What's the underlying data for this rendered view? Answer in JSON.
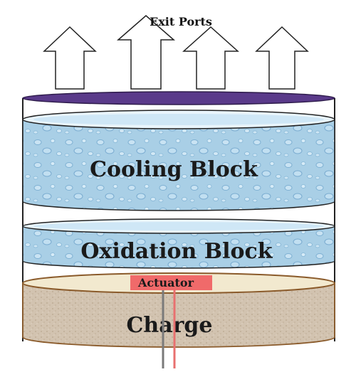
{
  "header": {
    "title": "Exit Ports"
  },
  "blocks": {
    "cooling": {
      "label": "Cooling Block"
    },
    "oxidation": {
      "label": "Oxidation Block"
    },
    "actuator": {
      "label": "Actuator"
    },
    "charge": {
      "label": "Charge"
    }
  },
  "colors": {
    "water": "#a9cfe6",
    "water_dark": "#7fb1d3",
    "lid": "#5a3a8a",
    "charge_fill": "#d2c3b0",
    "charge_rim": "#f2e9cf",
    "charge_outline": "#8a5a2a",
    "actuator": "#f06a6a",
    "wire_red": "#e8706f",
    "wire_gray": "#7a7a7a"
  }
}
